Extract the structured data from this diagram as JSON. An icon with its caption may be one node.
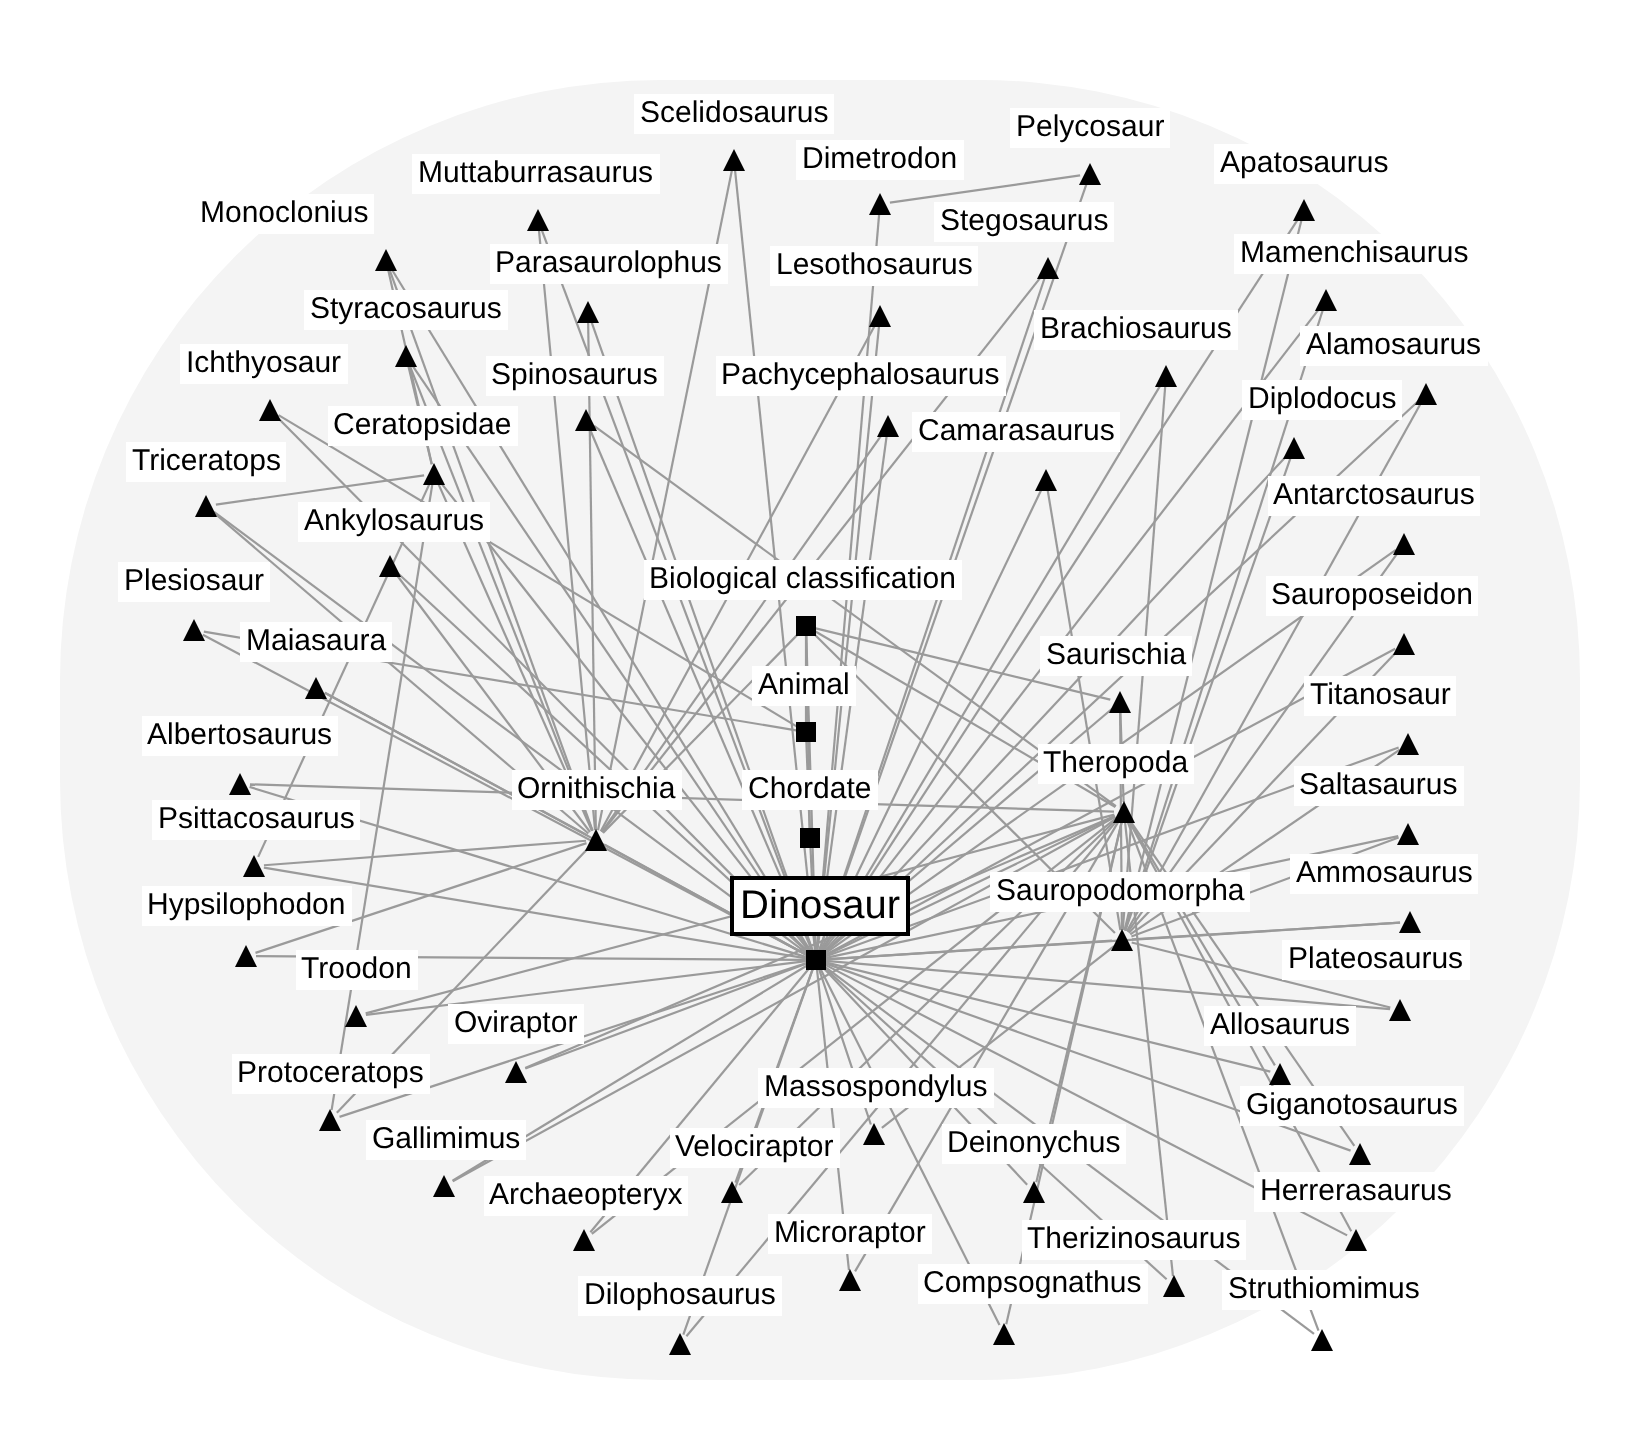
{
  "diagram": {
    "nodes": [
      {
        "text": [],
        "shape": "triangle",
        "beside": [
          "Scelidosaurus"
        ]
      },
      {
        "text": [],
        "shape": "triangle",
        "beside": [
          "Pelycosaur"
        ]
      },
      {
        "text": [],
        "shape": "triangle",
        "beside": [
          "Muttaburrasaurus"
        ]
      },
      {
        "text": [],
        "shape": "triangle",
        "beside": [
          "Dimetrodon"
        ]
      },
      {
        "text": [],
        "shape": "triangle",
        "beside": [
          "Apatosaurus"
        ]
      },
      {
        "text": [],
        "shape": "triangle",
        "beside": [
          "Monoclonius"
        ]
      },
      {
        "text": [],
        "shape": "triangle",
        "beside": [
          "Stegosaurus"
        ]
      },
      {
        "text": [],
        "shape": "triangle",
        "beside": [
          "Parasaurolophus"
        ]
      },
      {
        "text": [],
        "shape": "triangle",
        "beside": [
          "Lesothosaurus"
        ]
      },
      {
        "text": [],
        "shape": "triangle",
        "beside": [
          "Mamenchisaurus"
        ]
      },
      {
        "text": [],
        "shape": "triangle",
        "beside": [
          "Styracosaurus"
        ]
      },
      {
        "text": [],
        "shape": "triangle",
        "beside": [
          "Brachiosaurus"
        ]
      },
      {
        "text": [],
        "shape": "triangle",
        "beside": [
          "Alamosaurus"
        ]
      },
      {
        "text": [],
        "shape": "triangle",
        "beside": [
          "Ichthyosaur"
        ]
      },
      {
        "text": [],
        "shape": "triangle",
        "beside": [
          "Spinosaurus"
        ]
      },
      {
        "text": [],
        "shape": "triangle",
        "beside": [
          "Pachycephalosaurus"
        ]
      },
      {
        "text": [],
        "shape": "triangle",
        "beside": [
          "Diplodocus"
        ]
      },
      {
        "text": [],
        "shape": "triangle",
        "beside": [
          "Ceratopsidae"
        ]
      },
      {
        "text": [],
        "shape": "triangle",
        "beside": [
          "Camarasaurus"
        ]
      },
      {
        "text": [],
        "shape": "triangle",
        "beside": [
          "Triceratops"
        ]
      },
      {
        "text": [],
        "shape": "triangle",
        "beside": [
          "Antarctosaurus"
        ]
      },
      {
        "text": [],
        "shape": "triangle",
        "beside": [
          "Ankylosaurus"
        ]
      },
      {
        "text": [],
        "shape": "square",
        "beside": [
          "Biological classification"
        ]
      },
      {
        "text": [],
        "shape": "triangle",
        "beside": [
          "Plesiosaur"
        ]
      },
      {
        "text": [],
        "shape": "triangle",
        "beside": [
          "Sauroposeidon"
        ]
      },
      {
        "text": [],
        "shape": "triangle",
        "beside": [
          "Maiasaura"
        ]
      },
      {
        "text": [],
        "shape": "triangle",
        "beside": [
          "Saurischia"
        ]
      },
      {
        "text": [],
        "shape": "square",
        "beside": [
          "Animal"
        ]
      },
      {
        "text": [],
        "shape": "triangle",
        "beside": [
          "Titanosaur"
        ]
      },
      {
        "text": [],
        "shape": "triangle",
        "beside": [
          "Albertosaurus"
        ]
      },
      {
        "text": [],
        "shape": "triangle",
        "beside": [
          "Theropoda"
        ]
      },
      {
        "text": [],
        "shape": "triangle",
        "beside": [
          "Saltasaurus"
        ]
      },
      {
        "text": [],
        "shape": "triangle",
        "beside": [
          "Ornithischia"
        ]
      },
      {
        "text": [],
        "shape": "square",
        "beside": [
          "Chordate"
        ]
      },
      {
        "text": [],
        "shape": "triangle",
        "beside": [
          "Psittacosaurus"
        ]
      },
      {
        "text": [],
        "shape": "square",
        "beside": [
          "Dinosaur"
        ]
      },
      {
        "text": [],
        "shape": "triangle",
        "beside": [
          "Sauropodomorpha"
        ]
      },
      {
        "text": [],
        "shape": "triangle",
        "beside": [
          "Ammosaurus"
        ]
      },
      {
        "text": [],
        "shape": "triangle",
        "beside": [
          "Hypsilophodon"
        ]
      },
      {
        "text": [],
        "shape": "triangle",
        "beside": [
          "Troodon"
        ]
      },
      {
        "text": [],
        "shape": "triangle",
        "beside": [
          "Plateosaurus"
        ]
      },
      {
        "text": [],
        "shape": "triangle",
        "beside": [
          "Oviraptor"
        ]
      },
      {
        "text": [],
        "shape": "triangle",
        "beside": [
          "Allosaurus"
        ]
      },
      {
        "text": [],
        "shape": "triangle",
        "beside": [
          "Protoceratops"
        ]
      },
      {
        "text": [],
        "shape": "triangle",
        "beside": [
          "Massospondylus"
        ]
      },
      {
        "text": [],
        "shape": "triangle",
        "beside": [
          "Giganotosaurus"
        ]
      },
      {
        "text": [],
        "shape": "triangle",
        "beside": [
          "Gallimimus"
        ]
      },
      {
        "text": [],
        "shape": "triangle",
        "beside": [
          "Velociraptor"
        ]
      },
      {
        "text": [],
        "shape": "triangle",
        "beside": [
          "Deinonychus"
        ]
      },
      {
        "text": [],
        "shape": "triangle",
        "beside": [
          "Archaeopteryx"
        ]
      },
      {
        "text": [],
        "shape": "triangle",
        "beside": [
          "Herrerasaurus"
        ]
      },
      {
        "text": [],
        "shape": "triangle",
        "beside": [
          "Microraptor"
        ]
      },
      {
        "text": [],
        "shape": "triangle",
        "beside": [
          "Therizinosaurus"
        ]
      },
      {
        "text": [],
        "shape": "triangle",
        "beside": [
          "Dilophosaurus"
        ]
      },
      {
        "text": [],
        "shape": "triangle",
        "beside": [
          "Compsognathus"
        ]
      },
      {
        "text": [],
        "shape": "triangle",
        "beside": [
          "Struthiomimus"
        ]
      }
    ],
    "edges": [
      {
        "from": 35,
        "to": 0,
        "arrow": "none"
      },
      {
        "from": 35,
        "to": 1,
        "arrow": "none"
      },
      {
        "from": 35,
        "to": 2,
        "arrow": "none"
      },
      {
        "from": 35,
        "to": 3,
        "arrow": "none"
      },
      {
        "from": 35,
        "to": 4,
        "arrow": "none"
      },
      {
        "from": 35,
        "to": 5,
        "arrow": "none"
      },
      {
        "from": 35,
        "to": 6,
        "arrow": "none"
      },
      {
        "from": 35,
        "to": 7,
        "arrow": "none"
      },
      {
        "from": 35,
        "to": 8,
        "arrow": "none"
      },
      {
        "from": 35,
        "to": 9,
        "arrow": "none"
      },
      {
        "from": 35,
        "to": 10,
        "arrow": "none"
      },
      {
        "from": 35,
        "to": 11,
        "arrow": "none"
      },
      {
        "from": 35,
        "to": 12,
        "arrow": "none"
      },
      {
        "from": 35,
        "to": 13,
        "arrow": "none"
      },
      {
        "from": 35,
        "to": 14,
        "arrow": "none"
      },
      {
        "from": 35,
        "to": 15,
        "arrow": "none"
      },
      {
        "from": 35,
        "to": 16,
        "arrow": "none"
      },
      {
        "from": 35,
        "to": 17,
        "arrow": "none"
      },
      {
        "from": 35,
        "to": 18,
        "arrow": "none"
      },
      {
        "from": 35,
        "to": 19,
        "arrow": "none"
      },
      {
        "from": 35,
        "to": 20,
        "arrow": "none"
      },
      {
        "from": 35,
        "to": 21,
        "arrow": "none"
      },
      {
        "from": 35,
        "to": 22,
        "arrow": "none"
      },
      {
        "from": 35,
        "to": 23,
        "arrow": "none"
      },
      {
        "from": 35,
        "to": 24,
        "arrow": "none"
      },
      {
        "from": 35,
        "to": 25,
        "arrow": "none"
      },
      {
        "from": 35,
        "to": 26,
        "arrow": "none"
      },
      {
        "from": 35,
        "to": 28,
        "arrow": "none"
      },
      {
        "from": 35,
        "to": 29,
        "arrow": "none"
      },
      {
        "from": 35,
        "to": 30,
        "arrow": "none"
      },
      {
        "from": 35,
        "to": 31,
        "arrow": "none"
      },
      {
        "from": 35,
        "to": 32,
        "arrow": "none"
      },
      {
        "from": 35,
        "to": 33,
        "arrow": "none"
      },
      {
        "from": 35,
        "to": 34,
        "arrow": "none"
      },
      {
        "from": 35,
        "to": 36,
        "arrow": "none"
      },
      {
        "from": 35,
        "to": 37,
        "arrow": "none"
      },
      {
        "from": 35,
        "to": 38,
        "arrow": "none"
      },
      {
        "from": 35,
        "to": 39,
        "arrow": "none"
      },
      {
        "from": 35,
        "to": 40,
        "arrow": "none"
      },
      {
        "from": 35,
        "to": 41,
        "arrow": "none"
      },
      {
        "from": 35,
        "to": 42,
        "arrow": "none"
      },
      {
        "from": 35,
        "to": 43,
        "arrow": "none"
      },
      {
        "from": 35,
        "to": 44,
        "arrow": "none"
      },
      {
        "from": 35,
        "to": 45,
        "arrow": "none"
      },
      {
        "from": 35,
        "to": 46,
        "arrow": "none"
      },
      {
        "from": 35,
        "to": 47,
        "arrow": "none"
      },
      {
        "from": 35,
        "to": 48,
        "arrow": "none"
      },
      {
        "from": 35,
        "to": 49,
        "arrow": "none"
      },
      {
        "from": 35,
        "to": 50,
        "arrow": "none"
      },
      {
        "from": 35,
        "to": 51,
        "arrow": "none"
      },
      {
        "from": 35,
        "to": 52,
        "arrow": "none"
      },
      {
        "from": 35,
        "to": 53,
        "arrow": "none"
      },
      {
        "from": 35,
        "to": 54,
        "arrow": "none"
      },
      {
        "from": 35,
        "to": 55,
        "arrow": "none"
      },
      {
        "from": 22,
        "to": 27,
        "arrow": "none"
      },
      {
        "from": 22,
        "to": 33,
        "arrow": "none"
      },
      {
        "from": 22,
        "to": 26,
        "arrow": "none"
      },
      {
        "from": 22,
        "to": 32,
        "arrow": "none"
      },
      {
        "from": 22,
        "to": 30,
        "arrow": "none"
      },
      {
        "from": 22,
        "to": 36,
        "arrow": "none"
      },
      {
        "from": 27,
        "to": 33,
        "arrow": "none"
      },
      {
        "from": 27,
        "to": 13,
        "arrow": "none"
      },
      {
        "from": 27,
        "to": 23,
        "arrow": "none"
      },
      {
        "from": 1,
        "to": 3,
        "arrow": "none"
      },
      {
        "from": 26,
        "to": 30,
        "arrow": "none"
      },
      {
        "from": 26,
        "to": 36,
        "arrow": "none"
      },
      {
        "from": 32,
        "to": 0,
        "arrow": "none"
      },
      {
        "from": 32,
        "to": 2,
        "arrow": "none"
      },
      {
        "from": 32,
        "to": 5,
        "arrow": "none"
      },
      {
        "from": 32,
        "to": 6,
        "arrow": "none"
      },
      {
        "from": 32,
        "to": 7,
        "arrow": "none"
      },
      {
        "from": 32,
        "to": 8,
        "arrow": "none"
      },
      {
        "from": 32,
        "to": 10,
        "arrow": "none"
      },
      {
        "from": 32,
        "to": 15,
        "arrow": "none"
      },
      {
        "from": 32,
        "to": 17,
        "arrow": "none"
      },
      {
        "from": 32,
        "to": 19,
        "arrow": "none"
      },
      {
        "from": 32,
        "to": 21,
        "arrow": "none"
      },
      {
        "from": 32,
        "to": 25,
        "arrow": "none"
      },
      {
        "from": 32,
        "to": 34,
        "arrow": "none"
      },
      {
        "from": 32,
        "to": 38,
        "arrow": "none"
      },
      {
        "from": 32,
        "to": 43,
        "arrow": "none"
      },
      {
        "from": 17,
        "to": 19,
        "arrow": "none"
      },
      {
        "from": 17,
        "to": 10,
        "arrow": "none"
      },
      {
        "from": 17,
        "to": 5,
        "arrow": "none"
      },
      {
        "from": 17,
        "to": 43,
        "arrow": "none"
      },
      {
        "from": 17,
        "to": 34,
        "arrow": "none"
      },
      {
        "from": 30,
        "to": 14,
        "arrow": "none"
      },
      {
        "from": 30,
        "to": 29,
        "arrow": "none"
      },
      {
        "from": 30,
        "to": 39,
        "arrow": "none"
      },
      {
        "from": 30,
        "to": 41,
        "arrow": "none"
      },
      {
        "from": 30,
        "to": 42,
        "arrow": "none"
      },
      {
        "from": 30,
        "to": 45,
        "arrow": "none"
      },
      {
        "from": 30,
        "to": 46,
        "arrow": "none"
      },
      {
        "from": 30,
        "to": 47,
        "arrow": "none"
      },
      {
        "from": 30,
        "to": 48,
        "arrow": "none"
      },
      {
        "from": 30,
        "to": 49,
        "arrow": "none"
      },
      {
        "from": 30,
        "to": 50,
        "arrow": "none"
      },
      {
        "from": 30,
        "to": 51,
        "arrow": "none"
      },
      {
        "from": 30,
        "to": 52,
        "arrow": "none"
      },
      {
        "from": 30,
        "to": 53,
        "arrow": "none"
      },
      {
        "from": 30,
        "to": 54,
        "arrow": "none"
      },
      {
        "from": 30,
        "to": 55,
        "arrow": "none"
      },
      {
        "from": 36,
        "to": 4,
        "arrow": "none"
      },
      {
        "from": 36,
        "to": 9,
        "arrow": "none"
      },
      {
        "from": 36,
        "to": 11,
        "arrow": "none"
      },
      {
        "from": 36,
        "to": 12,
        "arrow": "none"
      },
      {
        "from": 36,
        "to": 16,
        "arrow": "none"
      },
      {
        "from": 36,
        "to": 18,
        "arrow": "none"
      },
      {
        "from": 36,
        "to": 20,
        "arrow": "none"
      },
      {
        "from": 36,
        "to": 24,
        "arrow": "none"
      },
      {
        "from": 36,
        "to": 28,
        "arrow": "none"
      },
      {
        "from": 36,
        "to": 31,
        "arrow": "none"
      },
      {
        "from": 36,
        "to": 37,
        "arrow": "none"
      },
      {
        "from": 36,
        "to": 40,
        "arrow": "none"
      },
      {
        "from": 36,
        "to": 44,
        "arrow": "none"
      }
    ]
  }
}
